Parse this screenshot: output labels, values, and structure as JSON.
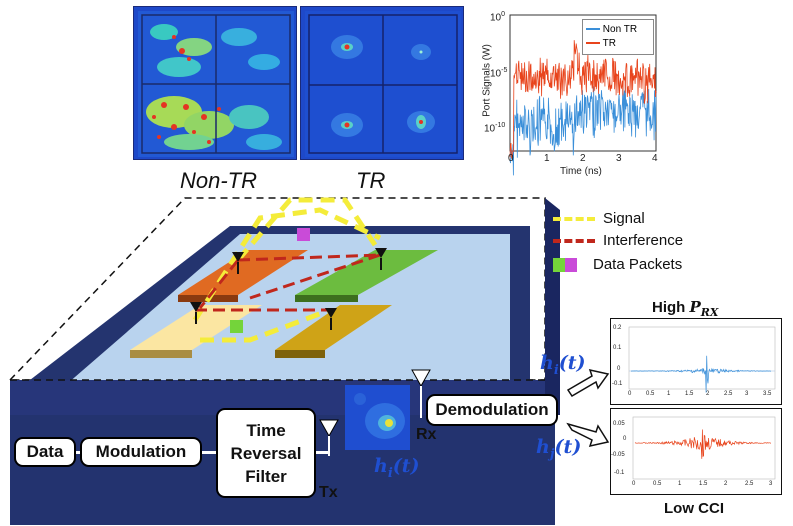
{
  "heatmaps": {
    "non_tr_label": "Non-TR",
    "tr_label": "TR"
  },
  "chart_data": {
    "type": "line",
    "ylabel": "Port Signals (W)",
    "xlabel": "Time (ns)",
    "x_ticks": [
      "0",
      "1",
      "2",
      "3",
      "4"
    ],
    "y_ticks_base": [
      "10",
      "10",
      "10"
    ],
    "y_ticks_exp": [
      "0",
      "-5",
      "-10"
    ],
    "legend": [
      "Non TR",
      "TR"
    ],
    "series_colors": [
      "#3a8fd9",
      "#e8441c"
    ],
    "xlim": [
      0,
      4
    ]
  },
  "legend": {
    "signal": "Signal",
    "interference": "Interference",
    "data_packets": "Data Packets",
    "signal_color": "#f4ec3a",
    "interference_color": "#c0271c"
  },
  "pipeline": {
    "data": "Data",
    "modulation": "Modulation",
    "trf_line1": "Time",
    "trf_line2": "Reversal",
    "trf_line3": "Filter",
    "demodulation": "Demodulation",
    "tx": "Tx",
    "rx": "Rx"
  },
  "math": {
    "hi_base": "h",
    "hi_sub": "i",
    "hi_arg": "(t)",
    "hj_base": "h",
    "hj_sub": "j",
    "hj_arg": "(t)"
  },
  "right_panels": {
    "high_prefix": "High ",
    "high_p": "P",
    "high_sub": "RX",
    "low_label": "Low CCI",
    "top_ticks_x": [
      "0",
      "0.5",
      "1",
      "1.5",
      "2",
      "2.5",
      "3",
      "3.5"
    ],
    "top_ticks_y": [
      "0.2",
      "0.1",
      "0",
      "-0.1"
    ],
    "bottom_ticks_x": [
      "0",
      "0.5",
      "1",
      "1.5",
      "2",
      "2.5",
      "3"
    ],
    "bottom_ticks_y": [
      "0.05",
      "0",
      "-0.05",
      "-0.1"
    ]
  }
}
